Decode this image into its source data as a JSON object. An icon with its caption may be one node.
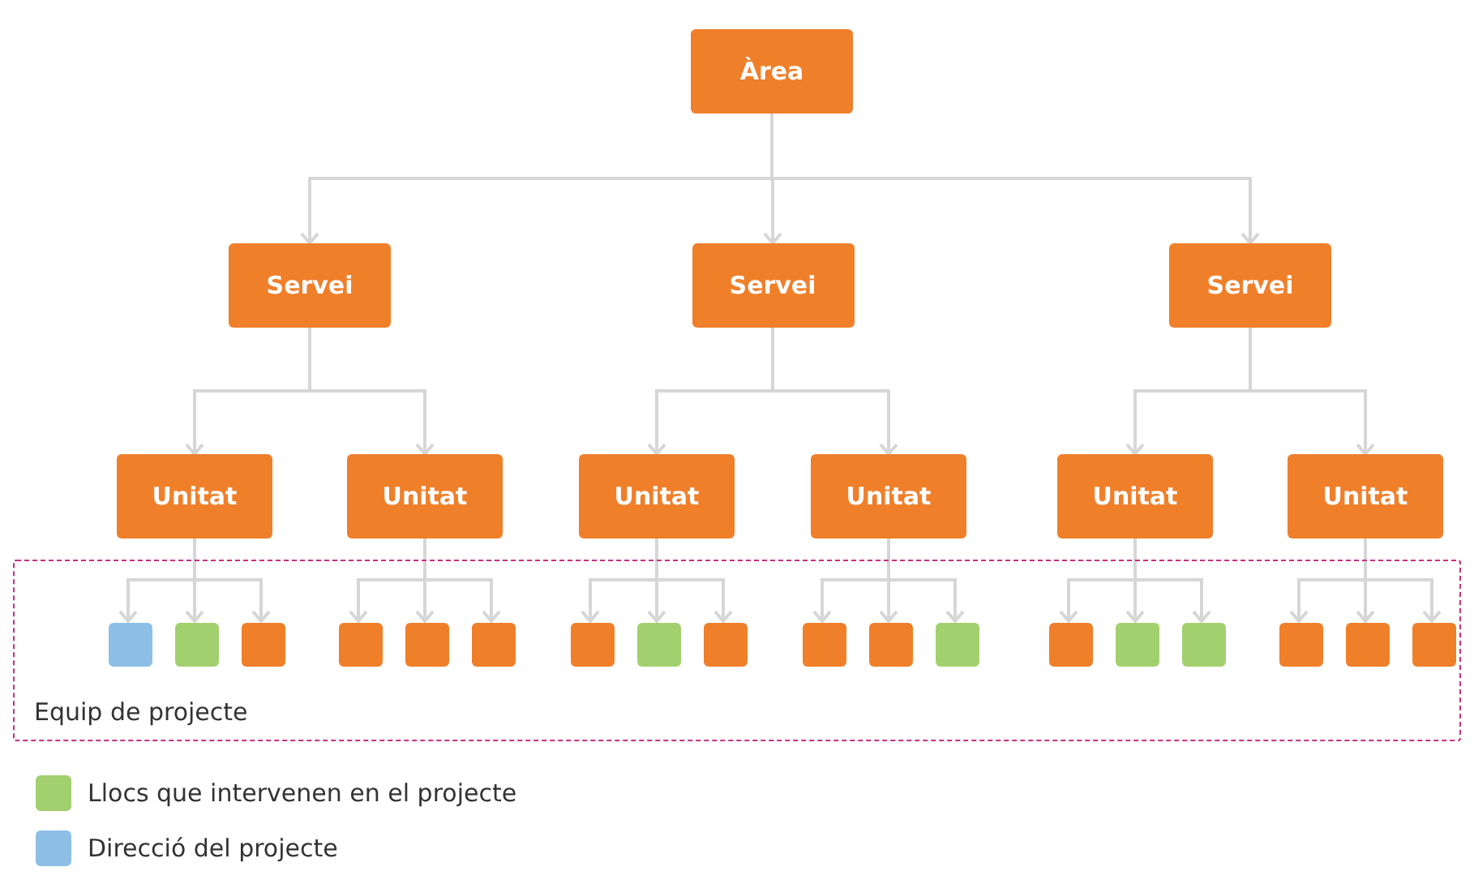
{
  "diagram": {
    "nodes": [
      {
        "text": [
          "Àrea"
        ]
      },
      {
        "text": [
          "Servei"
        ]
      },
      {
        "text": [
          "Servei"
        ]
      },
      {
        "text": [
          "Servei"
        ]
      },
      {
        "text": [
          "Unitat"
        ]
      },
      {
        "text": [
          "Unitat"
        ]
      },
      {
        "text": [
          "Unitat"
        ]
      },
      {
        "text": [
          "Unitat"
        ]
      },
      {
        "text": [
          "Unitat"
        ]
      },
      {
        "text": [
          "Unitat"
        ]
      },
      {
        "text": [
          "Equip de projecte"
        ]
      },
      {
        "text": [],
        "shape": "box",
        "in": 10
      },
      {
        "text": [],
        "shape": "box",
        "in": 10
      },
      {
        "text": [],
        "shape": "box",
        "in": 10
      },
      {
        "text": [],
        "shape": "box",
        "in": 10
      },
      {
        "text": [],
        "shape": "box",
        "in": 10
      },
      {
        "text": [],
        "shape": "box",
        "in": 10
      },
      {
        "text": [],
        "shape": "box",
        "in": 10
      },
      {
        "text": [],
        "shape": "box",
        "in": 10
      },
      {
        "text": [],
        "shape": "box",
        "in": 10
      },
      {
        "text": [],
        "shape": "box",
        "in": 10
      },
      {
        "text": [],
        "shape": "box",
        "in": 10
      },
      {
        "text": [],
        "shape": "box",
        "in": 10
      },
      {
        "text": [],
        "shape": "box",
        "in": 10
      },
      {
        "text": [],
        "shape": "box",
        "in": 10
      },
      {
        "text": [],
        "shape": "box",
        "in": 10
      },
      {
        "text": [],
        "shape": "box",
        "in": 10
      },
      {
        "text": [],
        "shape": "box",
        "in": 10
      },
      {
        "text": [],
        "shape": "box",
        "in": 10
      }
    ],
    "edges": [
      {
        "from": 0,
        "to": 1,
        "arrow": "to"
      },
      {
        "from": 0,
        "to": 2,
        "arrow": "to"
      },
      {
        "from": 0,
        "to": 3,
        "arrow": "to"
      },
      {
        "from": 1,
        "to": 4,
        "arrow": "to"
      },
      {
        "from": 1,
        "to": 5,
        "arrow": "to"
      },
      {
        "from": 2,
        "to": 6,
        "arrow": "to"
      },
      {
        "from": 2,
        "to": 7,
        "arrow": "to"
      },
      {
        "from": 3,
        "to": 8,
        "arrow": "to"
      },
      {
        "from": 3,
        "to": 9,
        "arrow": "to"
      },
      {
        "from": 4,
        "to": 11,
        "arrow": "to"
      },
      {
        "from": 4,
        "to": 12,
        "arrow": "to"
      },
      {
        "from": 4,
        "to": 13,
        "arrow": "to"
      },
      {
        "from": 5,
        "to": 14,
        "arrow": "to"
      },
      {
        "from": 5,
        "to": 15,
        "arrow": "to"
      },
      {
        "from": 5,
        "to": 16,
        "arrow": "to"
      },
      {
        "from": 6,
        "to": 17,
        "arrow": "to"
      },
      {
        "from": 6,
        "to": 18,
        "arrow": "to"
      },
      {
        "from": 6,
        "to": 19,
        "arrow": "to"
      },
      {
        "from": 7,
        "to": 20,
        "arrow": "to"
      },
      {
        "from": 7,
        "to": 21,
        "arrow": "to"
      },
      {
        "from": 7,
        "to": 22,
        "arrow": "to"
      },
      {
        "from": 8,
        "to": 23,
        "arrow": "to"
      },
      {
        "from": 8,
        "to": 24,
        "arrow": "to"
      },
      {
        "from": 8,
        "to": 25,
        "arrow": "to"
      },
      {
        "from": 9,
        "to": 26,
        "arrow": "to"
      },
      {
        "from": 9,
        "to": 27,
        "arrow": "to"
      },
      {
        "from": 9,
        "to": 28,
        "arrow": "to"
      }
    ],
    "legend": [
      {
        "text": "Llocs que intervenen en el projecte",
        "color": "#a3d06e"
      },
      {
        "text": "Direcció del projecte",
        "color": "#8dbfe6"
      }
    ]
  }
}
